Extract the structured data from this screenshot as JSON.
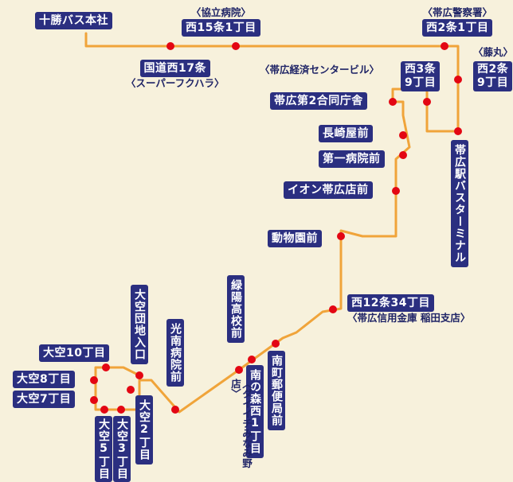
{
  "colors": {
    "background": "#f7f1dc",
    "route_line": "#f0a43a",
    "stop_dot": "#e30613",
    "label_bg": "#2b2f80",
    "label_text": "#ffffff"
  },
  "stops": {
    "tokachi_bus_honsha": "十勝バス本社",
    "kokudo_nishi17": "国道西17条",
    "kokudo_nishi17_sub": "〈スーパーフクハラ〉",
    "nishi15_1_top": "〈協立病院〉",
    "nishi15_1": "西15条1丁目",
    "nishi2_1_top": "〈帯広警察署〉",
    "nishi2_1": "西2条1丁目",
    "nishi2_9_top": "〈藤丸〉",
    "nishi2_9_line1": "西2条",
    "nishi2_9_line2": "9丁目",
    "keizai_center": "〈帯広経済センタービル〉",
    "nishi3_9_line1": "西3条",
    "nishi3_9_line2": "9丁目",
    "obihiro_daini_godo": "帯広第2合同庁舎",
    "nagasakiya": "長崎屋前",
    "daiichi_byoin": "第一病院前",
    "aeon": "イオン帯広店前",
    "dobutsuen": "動物園前",
    "obihiro_eki_bt": "帯広駅バスターミナル",
    "nishi12_34": "西12条34丁目",
    "nishi12_34_sub": "〈帯広信用金庫 稲田支店〉",
    "ryokuyo": "緑陽高校前",
    "minamimachi_yubin": "南町郵便局前",
    "minaminomori": "南の森西1丁目",
    "minaminomori_sub": "〈ダイイチみなみ野店〉",
    "konan_byoin": "光南病院前",
    "ozora_danchi": "大空団地入口",
    "ozora10": "大空10丁目",
    "ozora8": "大空8丁目",
    "ozora7": "大空7丁目",
    "ozora5": "大空5丁目",
    "ozora3": "大空3丁目",
    "ozora2": "大空2丁目"
  }
}
